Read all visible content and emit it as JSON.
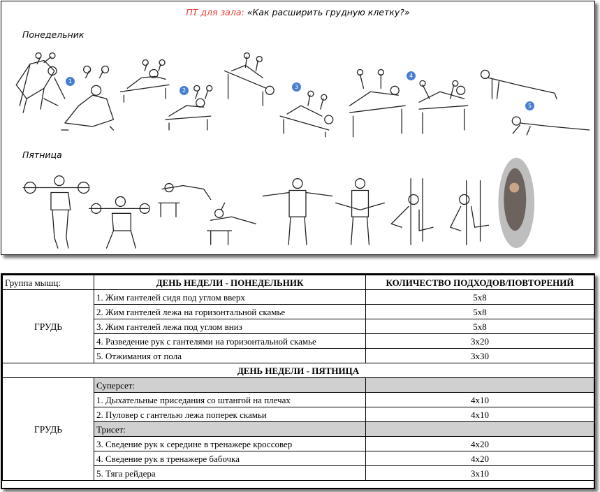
{
  "header": {
    "title_prefix": "ПТ для зала:",
    "title_text": " «Как расширить грудную клетку?»",
    "monday_label": "Понедельник",
    "friday_label": "Пятница"
  },
  "badges": [
    "1",
    "2",
    "3",
    "4",
    "5"
  ],
  "colors": {
    "title_prefix": "#e53935",
    "badge": "#4a7fcf",
    "shaded_row": "#d0d0d0"
  },
  "table": {
    "col_group": "Группа мышц:",
    "col_day_monday": "ДЕНЬ НЕДЕЛИ - ПОНЕДЕЛЬНИК",
    "col_sets": "КОЛИЧЕСТВО ПОДХОДОВ/ПОВТОРЕНИЙ",
    "monday_group": "ГРУДЬ",
    "monday_rows": [
      {
        "exercise": "1. Жим гантелей сидя под углом вверх",
        "sets": "5x8"
      },
      {
        "exercise": "2. Жим гантелей лежа на горизонтальной скамье",
        "sets": "5x8"
      },
      {
        "exercise": "3. Жим гантелей лежа под углом вниз",
        "sets": "5x8"
      },
      {
        "exercise": "4. Разведение рук с гантелями на горизонтальной скамье",
        "sets": "3x20"
      },
      {
        "exercise": "5. Отжимания от пола",
        "sets": "3x30"
      }
    ],
    "friday_title": "ДЕНЬ НЕДЕЛИ - ПЯТНИЦА",
    "friday_group": "ГРУДЬ",
    "superset_label": "Суперсет:",
    "superset_rows": [
      {
        "exercise": "1. Дыхательные приседания со штангой на плечах",
        "sets": "4x10"
      },
      {
        "exercise": "2. Пуловер с гантелью лежа поперек скамьи",
        "sets": "4x10"
      }
    ],
    "triset_label": "Трисет:",
    "triset_rows": [
      {
        "exercise": "3. Сведение рук к середине в тренажере кроссовер",
        "sets": "4x20"
      },
      {
        "exercise": "4. Сведение рук в тренажере бабочка",
        "sets": "4x20"
      },
      {
        "exercise": "5. Тяга рейдера",
        "sets": "3x10"
      }
    ]
  }
}
